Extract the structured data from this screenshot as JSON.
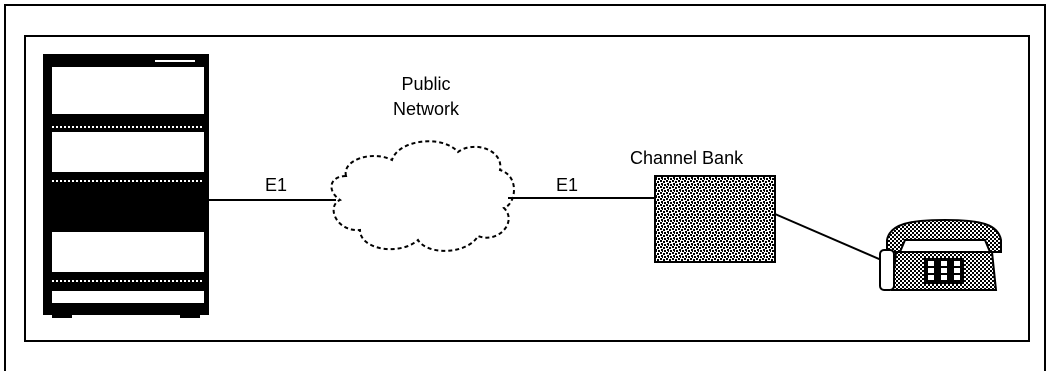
{
  "labels": {
    "cloud_line1": "Public",
    "cloud_line2": "Network",
    "link_left": "E1",
    "link_right": "E1",
    "channel_bank": "Channel Bank"
  },
  "colors": {
    "ink": "#000000",
    "paper": "#ffffff"
  },
  "icons": {
    "left_device": "switch-cabinet-icon",
    "cloud": "cloud-icon",
    "channel_bank": "channel-bank-icon",
    "phone": "telephone-icon"
  }
}
